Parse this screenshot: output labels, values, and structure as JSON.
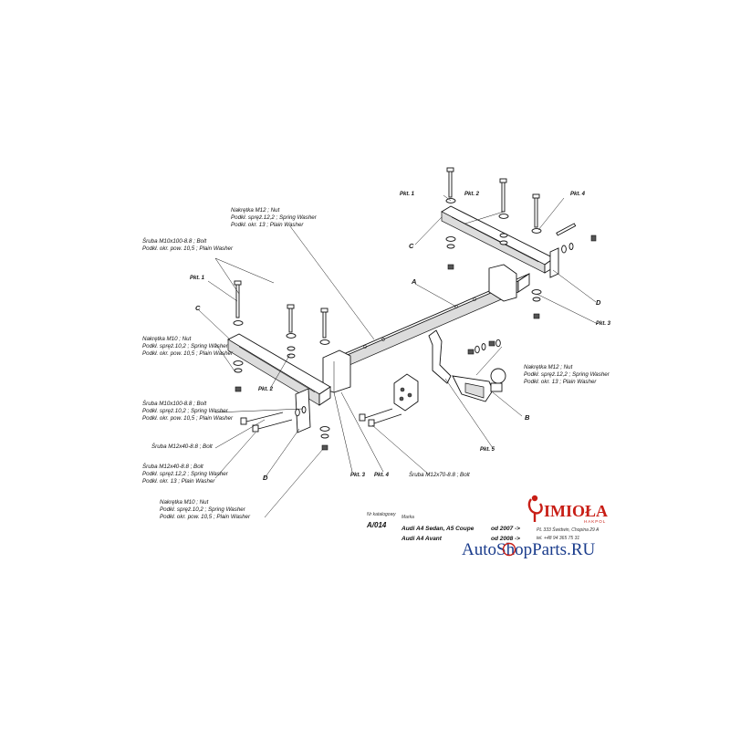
{
  "callouts": {
    "nut_m12_top": [
      "Nakrętka  M12 ; Nut",
      "Podkł. spręż.12,2 ; Spring Washer",
      "Podkł. okr. 13 ; Plain Washer"
    ],
    "bolt_m10_top": [
      "Śruba M10x100-8.8 ;  Bolt",
      "Podkł. okr. pow. 10,5 ; Plain Washer"
    ],
    "nut_m10_left": [
      "Nakrętka  M10 ; Nut",
      "Podkł. spręż.10,2 ; Spring Washer",
      "Podkł. okr. pow. 10,5 ; Plain Washer"
    ],
    "bolt_m10_mid": [
      "Śruba M10x100-8.8 ;  Bolt",
      "Podkł. spręż.10,2 ; Spring Washer",
      "Podkł. okr. pow. 10,5 ; Plain Washer"
    ],
    "bolt_m12x40_a": [
      "Śruba M12x40-8.8 ;  Bolt"
    ],
    "bolt_m12x40_b": [
      "Śruba M12x40-8.8 ;  Bolt",
      "Podkł. spręż.12,2 ; Spring Washer",
      "Podkł. okr. 13 ; Plain Washer"
    ],
    "nut_m10_bottom": [
      "Nakrętka  M10 ; Nut",
      "Podkł. spręż.10,2 ; Spring Washer",
      "Podkł. okr. pow. 10,5 ; Plain Washer"
    ],
    "nut_m12_right": [
      "Nakrętka  M12 ; Nut",
      "Podkł. spręż.12,2 ; Spring Washer",
      "Podkł. okr. 13 ; Plain Washer"
    ],
    "bolt_m12x70": [
      "Śruba M12x70-8.8 ;  Bolt"
    ]
  },
  "points": {
    "pkt1_right": "Pkt. 1",
    "pkt2_right": "Pkt. 2",
    "pkt4_right": "Pkt. 4",
    "pkt3_right": "Pkt. 3",
    "pkt1_left": "Pkt. 1",
    "pkt2_left": "Pkt. 2",
    "pkt3_bottom": "Pkt. 3",
    "pkt4_bottom": "Pkt. 4",
    "pkt5": "Pkt. 5"
  },
  "parts": {
    "a": "A",
    "b": "B",
    "c_right": "C",
    "c_left": "C",
    "d_right": "D",
    "d_left": "D"
  },
  "title_block": {
    "article_label": "Nr katalogowy",
    "article_code": "A/014",
    "make_label": "Marka",
    "models": [
      "Audi A4 Sedan, A5 Coupe",
      "Audi A4 Avant"
    ],
    "years": [
      "od 2007 ->",
      "od 2008 ->"
    ],
    "address": [
      "PL 333 Świdwin, Chopina 29 A",
      "tel. +48 94 365 75 31"
    ]
  },
  "brand": {
    "name": "IMIOŁA",
    "sub": "HAKPOL",
    "color": "#c81e16"
  },
  "watermark": {
    "text": "AutoShopParts.RU",
    "color": "#1a3c8c",
    "accent": "#c81e16"
  }
}
